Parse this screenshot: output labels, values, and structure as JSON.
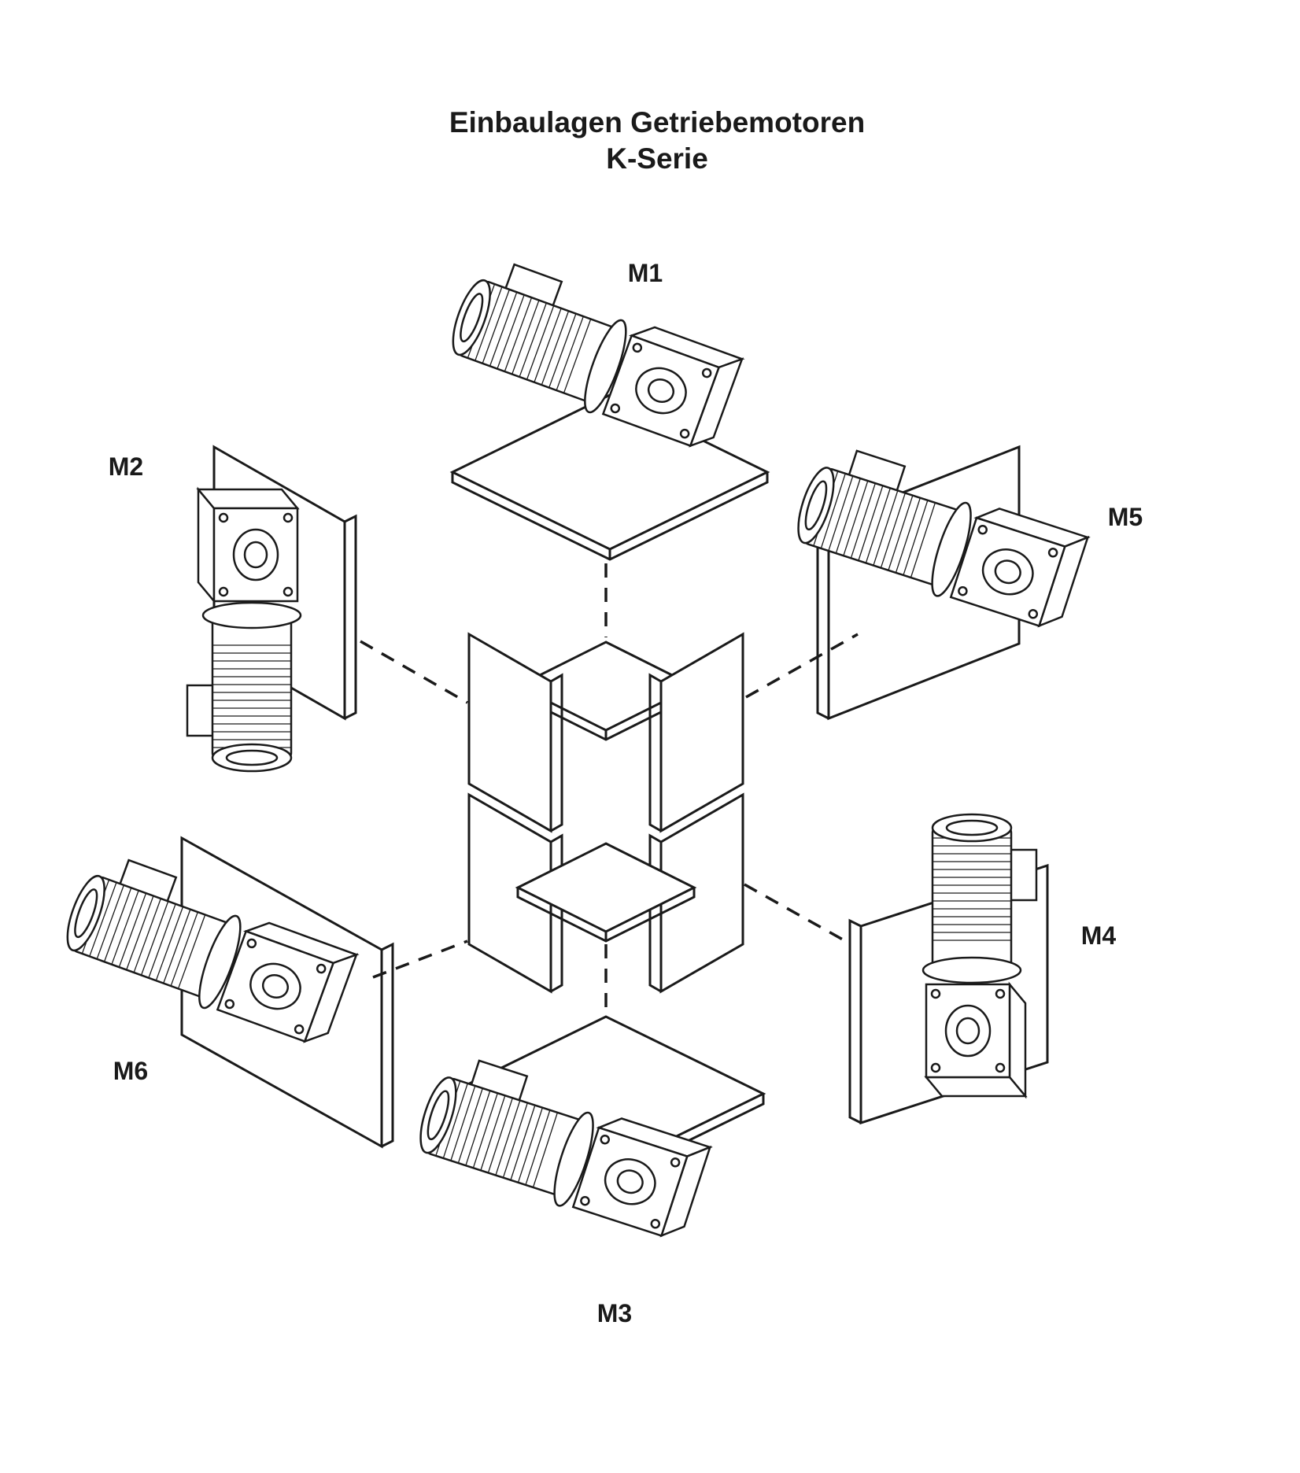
{
  "diagram": {
    "type": "mounting-positions-isometric",
    "colors": {
      "line": "#1a1a1a",
      "background": "#ffffff"
    }
  },
  "title": {
    "line1": "Einbaulagen Getriebemotoren",
    "line2": "K-Serie"
  },
  "labels": {
    "m1": "M1",
    "m2": "M2",
    "m3": "M3",
    "m4": "M4",
    "m5": "M5",
    "m6": "M6"
  }
}
